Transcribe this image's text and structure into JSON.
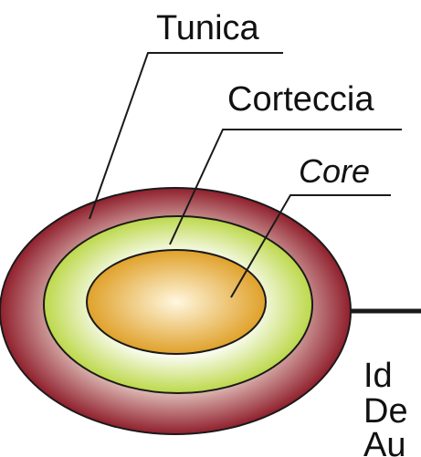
{
  "diagram": {
    "labels": {
      "tunica": "Tunica",
      "corteccia": "Corteccia",
      "core": "Core"
    },
    "side_text": [
      "Id",
      "De",
      "Au"
    ]
  },
  "colors": {
    "tunica_outer": "#8f1f2c",
    "tunica_inner": "#e8cfc8",
    "corteccia_outer": "#bcd84a",
    "corteccia_inner": "#ffffff",
    "core_outer": "#e0a12a",
    "core_inner": "#fff7df",
    "outline": "#1a1a1a"
  }
}
